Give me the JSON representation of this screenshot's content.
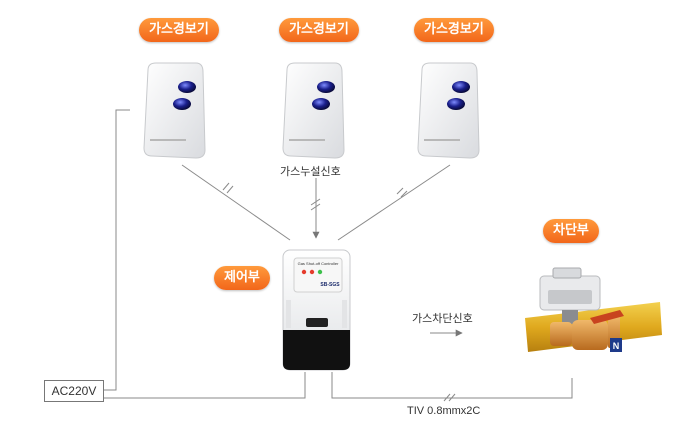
{
  "detectors": [
    {
      "label": "가스경보기"
    },
    {
      "label": "가스경보기"
    },
    {
      "label": "가스경보기"
    }
  ],
  "controller": {
    "label": "제어부",
    "panel_text": "Gas Shut-off Controller",
    "model_text": "SB-SGS"
  },
  "valve": {
    "label": "차단부",
    "badge": "N"
  },
  "signals": {
    "leak": "가스누설신호",
    "shutoff": "가스차단신호"
  },
  "power": {
    "label": "AC220V"
  },
  "cable": {
    "label": "TIV 0.8mmx2C"
  },
  "colors": {
    "accent": "#f2661a",
    "led_red": "#e53b2c",
    "led_green": "#3cbf4a",
    "pipe": "#e6b422"
  }
}
